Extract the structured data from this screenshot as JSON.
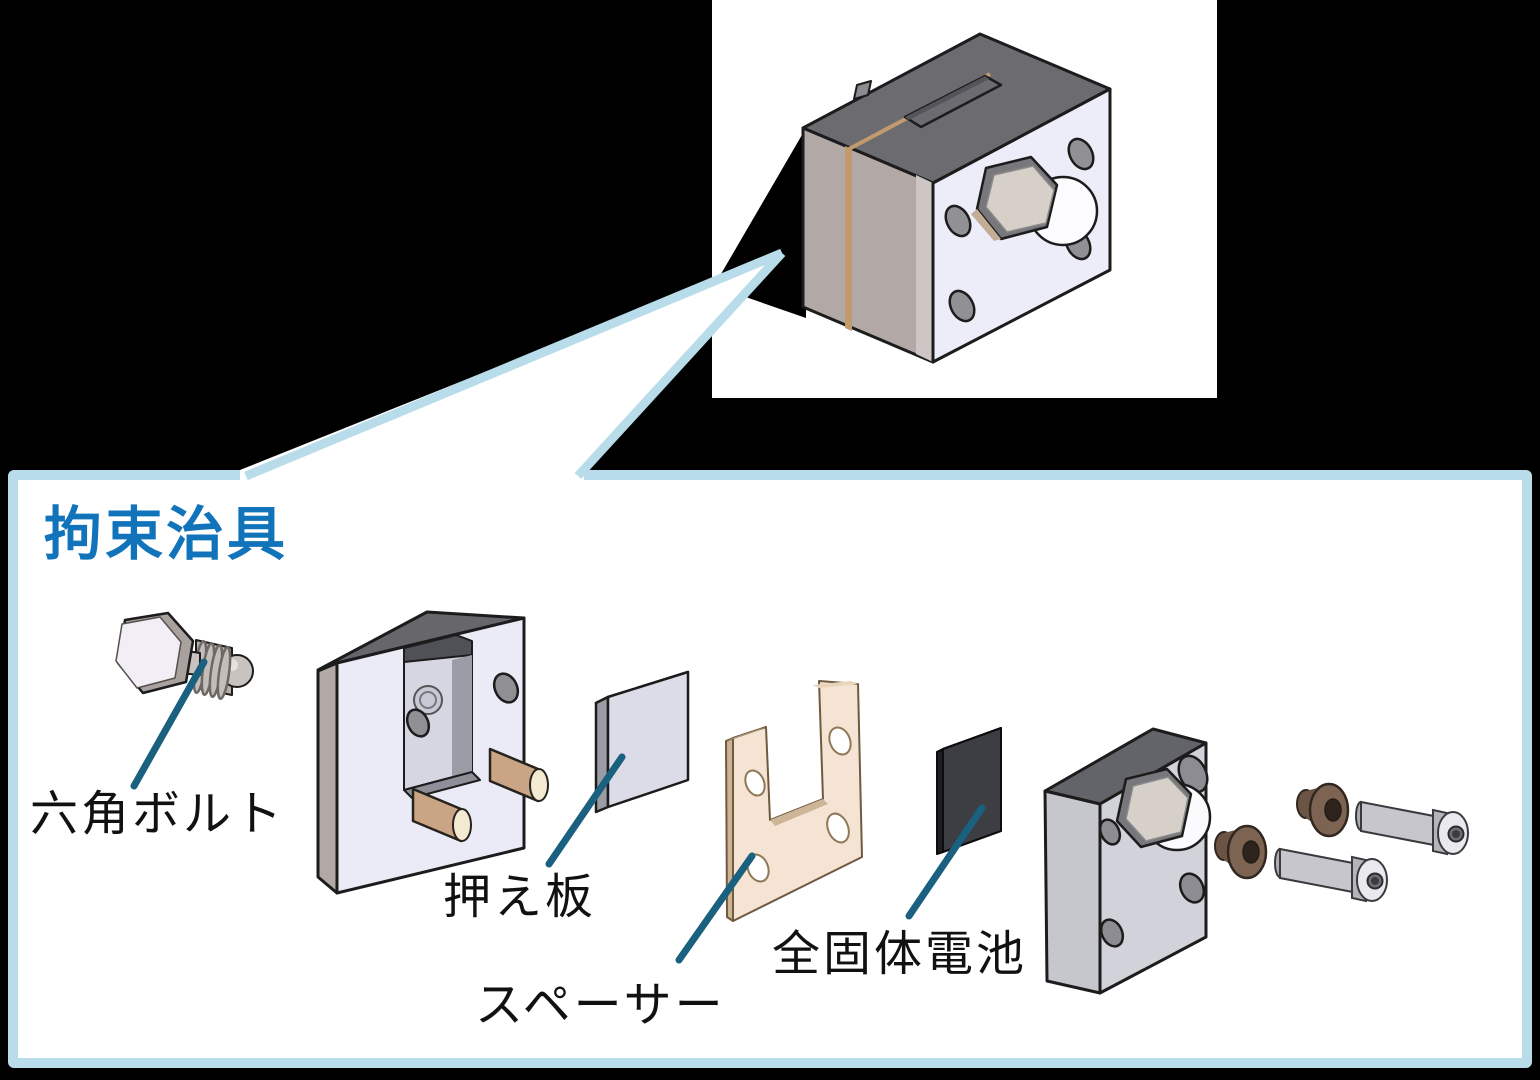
{
  "panel": {
    "title": "拘束治具"
  },
  "part_labels": {
    "hex_bolt": "六角ボルト",
    "pressing_plate": "押え板",
    "spacer": "スペーサー",
    "battery": "全固体電池"
  },
  "colors": {
    "background": "#000000",
    "panel_fill": "#ffffff",
    "panel_border": "#b8dce9",
    "title_blue": "#1173ba",
    "label_text": "#111111",
    "leader_line": "#1a607f",
    "spacer_tan": "#f5e4d3",
    "pin_brass": "#c9a585",
    "battery_dark": "#3d3d44",
    "washer_bronze": "#7d6452"
  }
}
